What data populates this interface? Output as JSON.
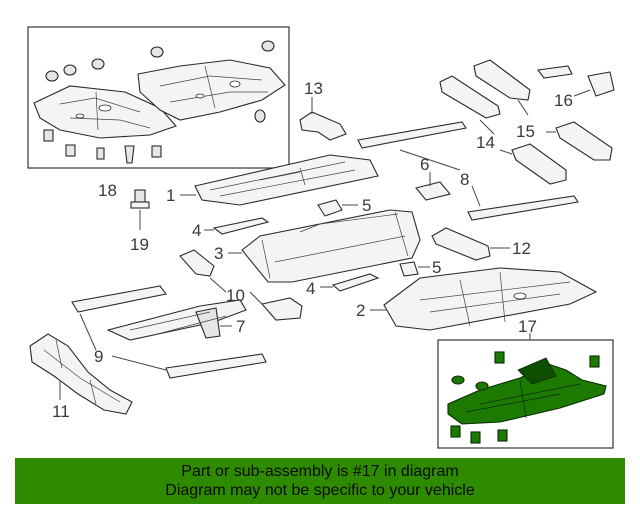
{
  "callouts": [
    "1",
    "2",
    "3",
    "4",
    "4",
    "5",
    "5",
    "6",
    "7",
    "8",
    "9",
    "10",
    "11",
    "12",
    "13",
    "14",
    "15",
    "16",
    "17",
    "18",
    "19"
  ],
  "highlighted_part": "17",
  "highlight_color": "#2e8b00",
  "banner": {
    "line1": "Part or sub-assembly is #17 in diagram",
    "line2": "Diagram may not be specific to your vehicle"
  }
}
